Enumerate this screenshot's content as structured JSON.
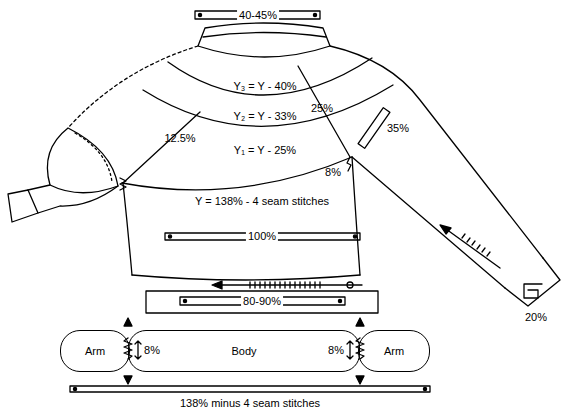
{
  "diagram": {
    "nodes": [
      {
        "text": [
          "Arm"
        ]
      },
      {
        "text": [
          "Body"
        ]
      },
      {
        "text": [
          "Arm"
        ]
      }
    ],
    "labels": [
      "40-45%",
      "Y₃ = Y - 40%",
      "Y₂ = Y - 33%",
      "25%",
      "12.5%",
      "Y₁ = Y - 25%",
      "35%",
      "8%",
      "Y = 138% - 4 seam stitches",
      "100%",
      "20%",
      "80-90%",
      "8%",
      "8%",
      "138% minus 4 seam stitches"
    ]
  }
}
